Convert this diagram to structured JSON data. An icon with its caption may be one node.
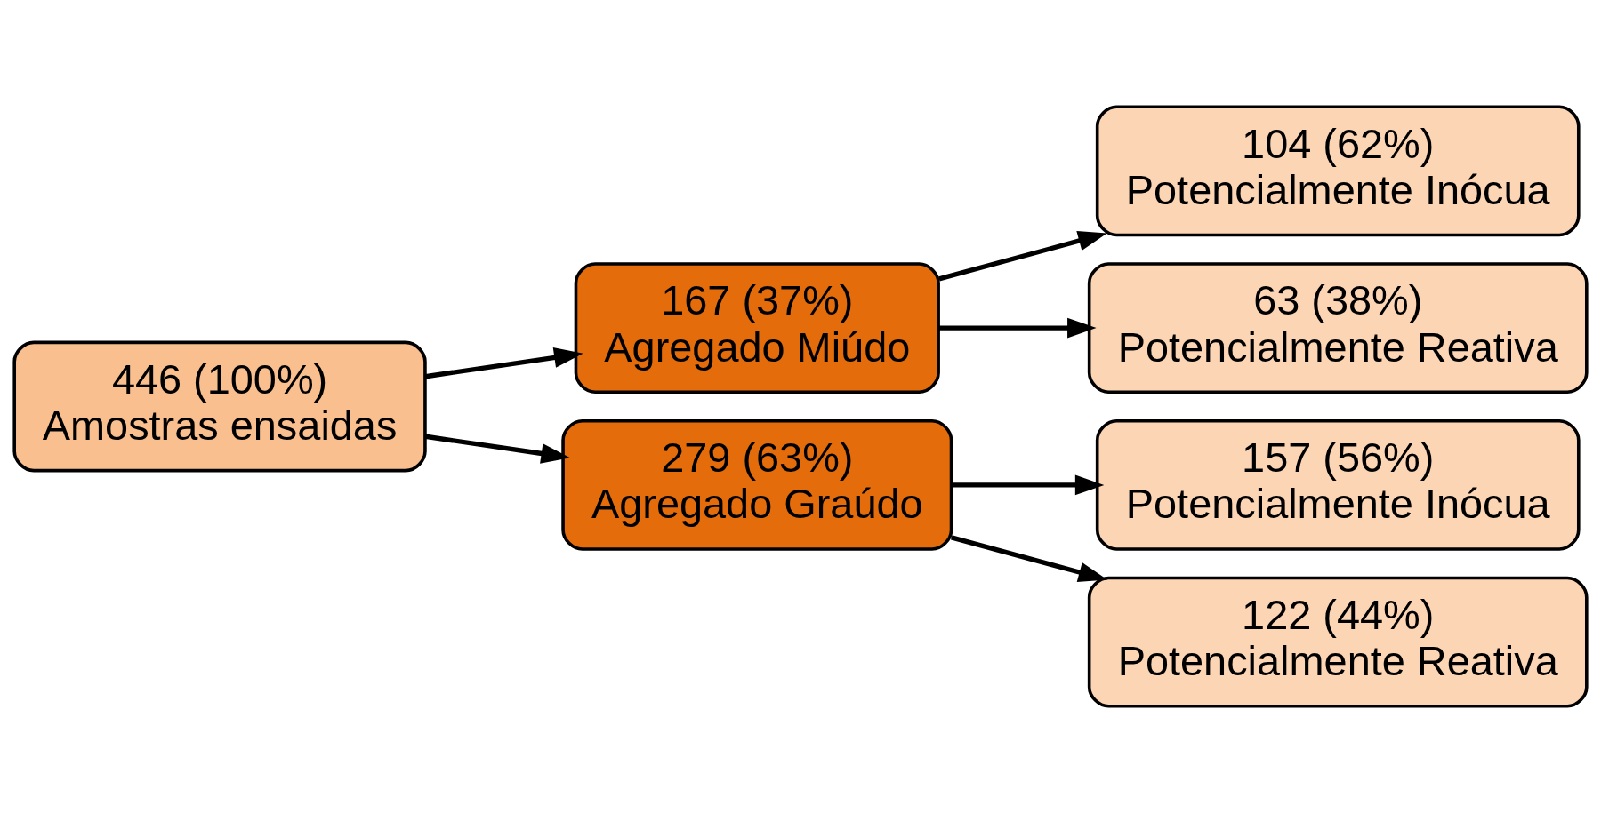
{
  "diagram": {
    "nodes": [
      {
        "text": [
          "446 (100%)",
          "Amostras ensaidas"
        ]
      },
      {
        "text": [
          "167 (37%)",
          "Agregado Miúdo"
        ]
      },
      {
        "text": [
          "279 (63%)",
          "Agregado Graúdo"
        ]
      },
      {
        "text": [
          "104 (62%)",
          "Potencialmente Inócua"
        ]
      },
      {
        "text": [
          "63 (38%)",
          "Potencialmente Reativa"
        ]
      },
      {
        "text": [
          "157 (56%)",
          "Potencialmente Inócua"
        ]
      },
      {
        "text": [
          "122 (44%)",
          "Potencialmente Reativa"
        ]
      }
    ],
    "edges": [
      {
        "from": 0,
        "to": 1,
        "arrow": "to"
      },
      {
        "from": 0,
        "to": 2,
        "arrow": "to"
      },
      {
        "from": 1,
        "to": 3,
        "arrow": "to"
      },
      {
        "from": 1,
        "to": 4,
        "arrow": "to"
      },
      {
        "from": 2,
        "to": 5,
        "arrow": "to"
      },
      {
        "from": 2,
        "to": 6,
        "arrow": "to"
      }
    ]
  }
}
